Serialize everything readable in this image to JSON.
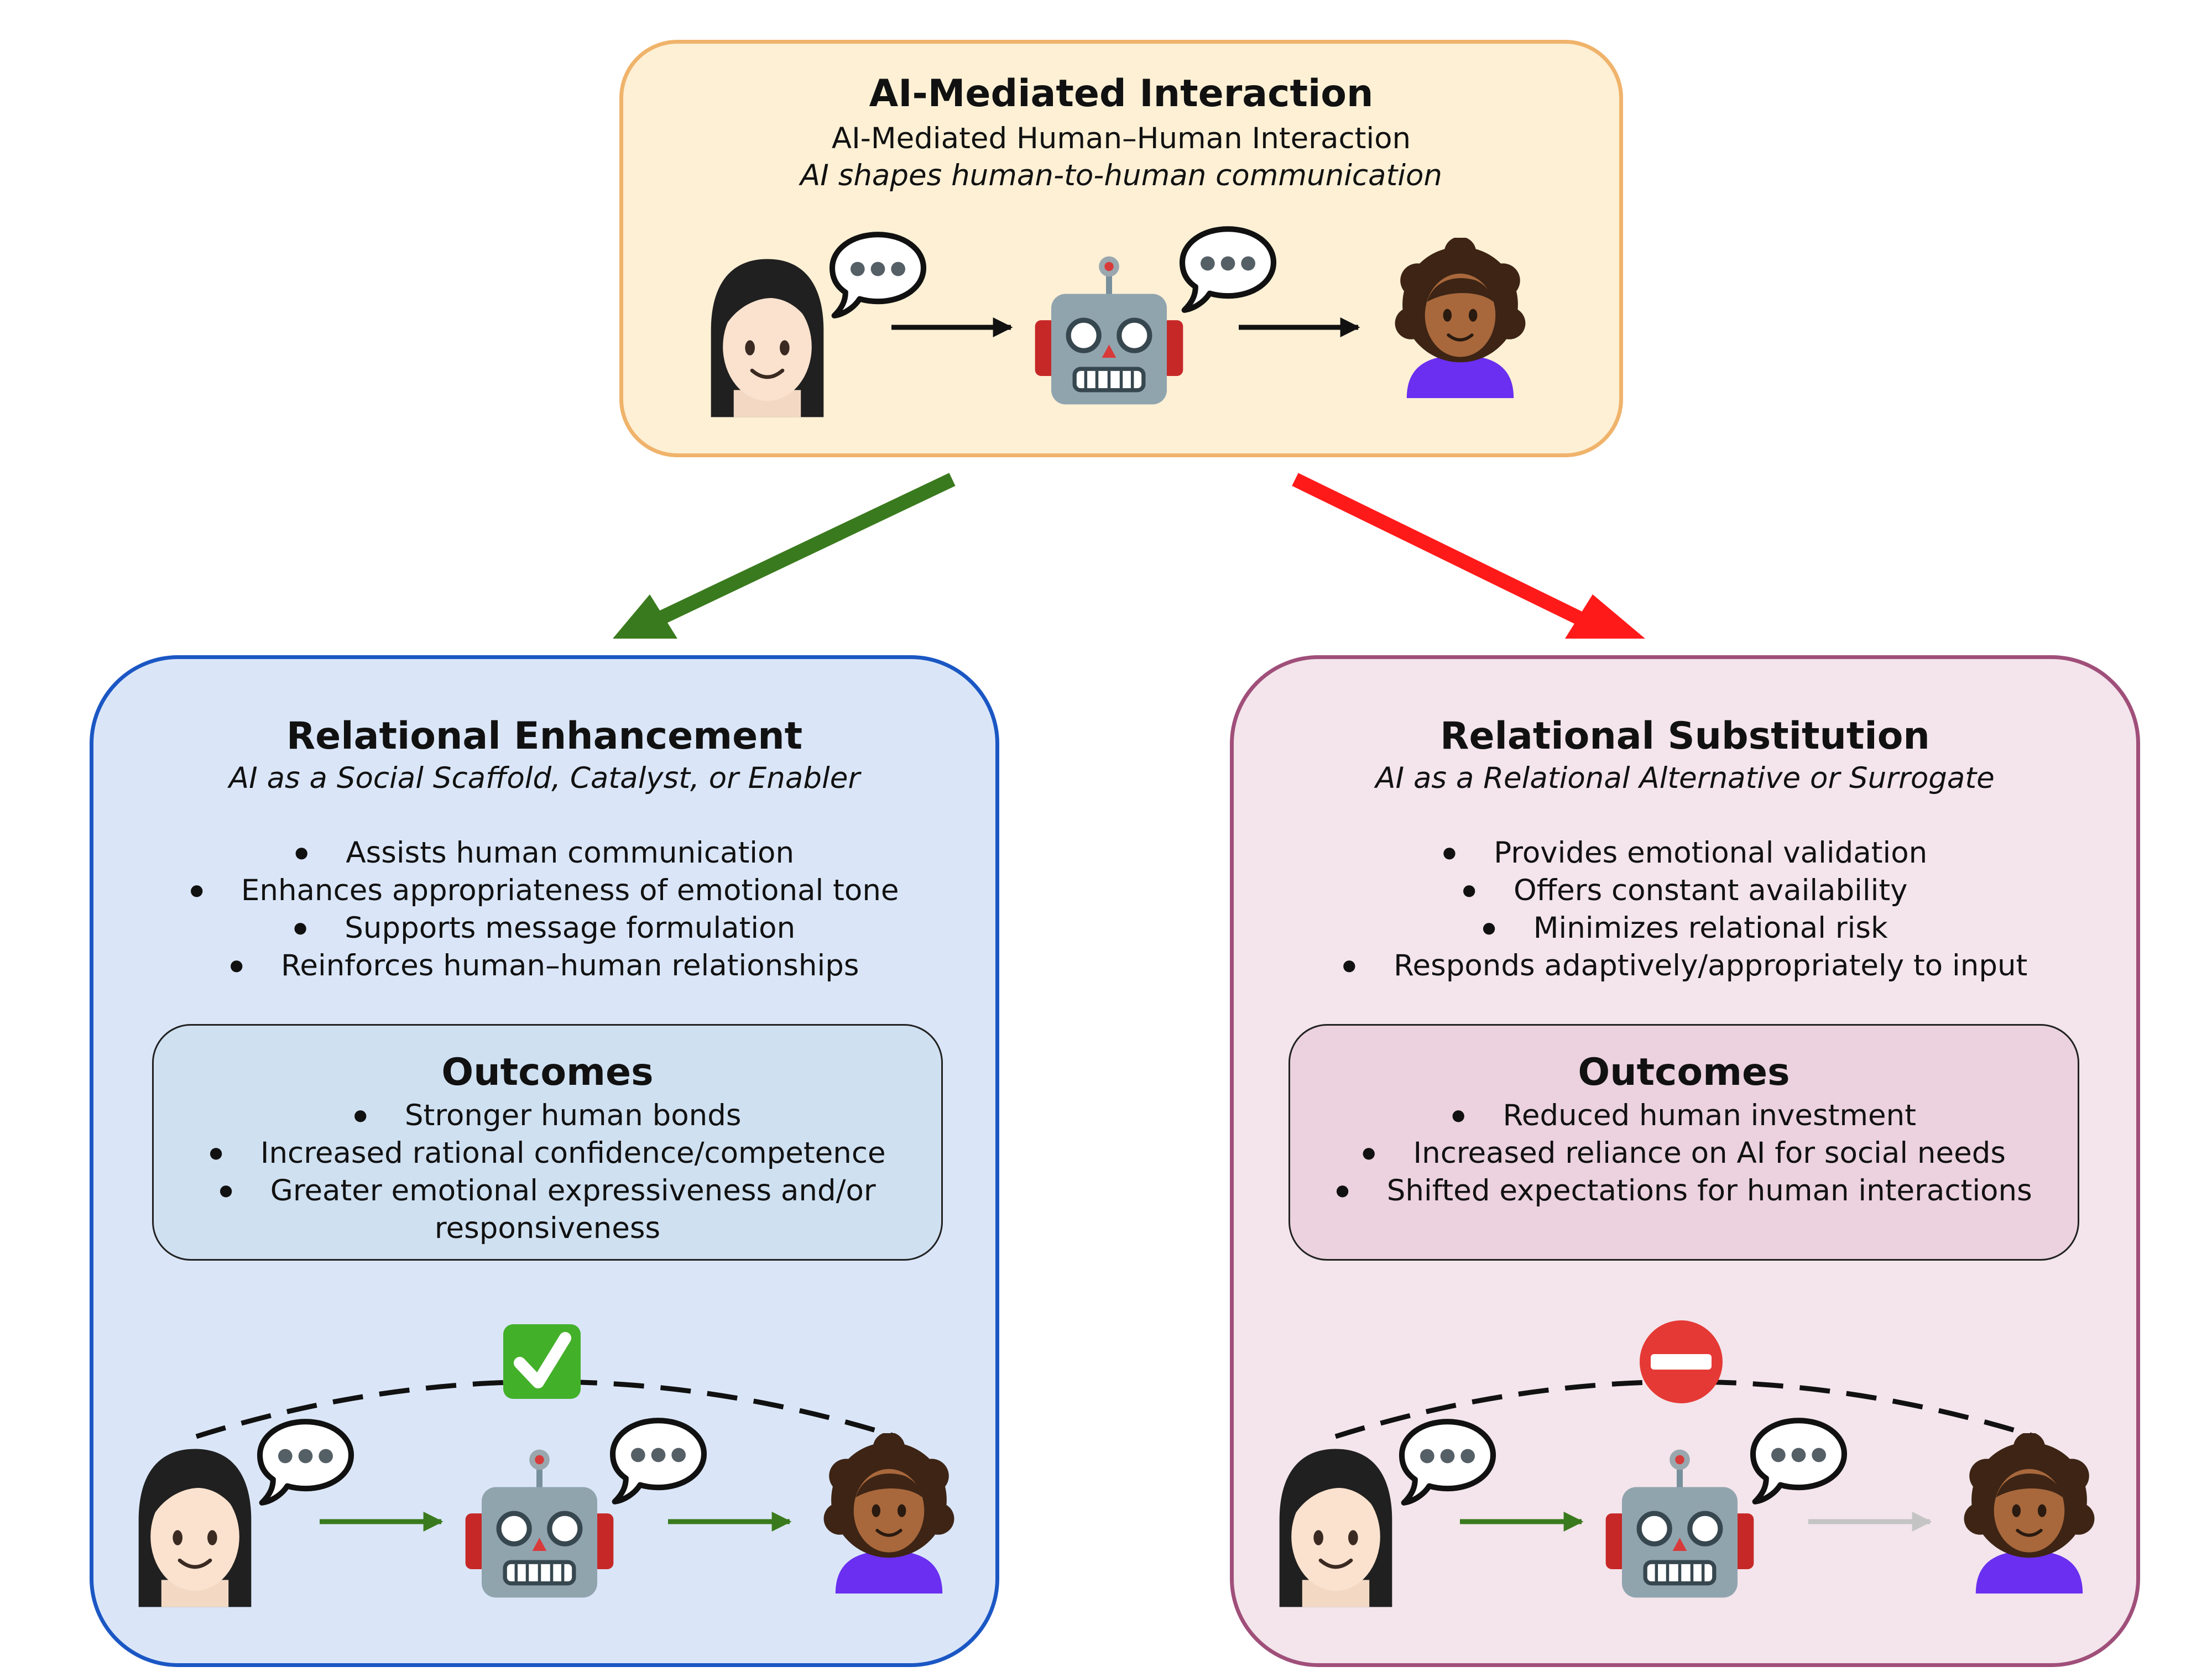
{
  "top": {
    "title": "AI-Mediated Interaction",
    "subtitle": "AI-Mediated Human–Human Interaction",
    "caption": "AI shapes human-to-human communication"
  },
  "left": {
    "title": "Relational Enhancement",
    "subtitle": "AI as a Social Scaffold, Catalyst, or Enabler",
    "bullets": [
      "Assists human communication",
      "Enhances appropriateness of emotional tone",
      "Supports message formulation",
      "Reinforces human–human relationships"
    ],
    "outcomes_title": "Outcomes",
    "outcomes": [
      "Stronger human bonds",
      "Increased rational confidence/competence",
      "Greater emotional expressiveness and/or",
      "responsiveness"
    ],
    "status_icon": "check-mark-icon"
  },
  "right": {
    "title": "Relational Substitution",
    "subtitle": "AI as a Relational Alternative or Surrogate",
    "bullets": [
      "Provides emotional validation",
      "Offers constant availability",
      "Minimizes relational risk",
      "Responds adaptively/appropriately to input"
    ],
    "outcomes_title": "Outcomes",
    "outcomes": [
      "Reduced human investment",
      "Increased reliance on AI for social needs",
      "Shifted expectations for human interactions"
    ],
    "status_icon": "no-entry-icon"
  },
  "colors": {
    "top_fill": "#fdf0d5",
    "top_border": "#f0b36b",
    "left_fill": "#dae6f8",
    "left_border": "#1b57c4",
    "right_fill": "#f3e5eb",
    "right_border": "#a04f7a",
    "positive_arrow": "#3a7a1e",
    "negative_arrow": "#ff1a1a",
    "faded_arrow": "#c4c4c4"
  }
}
